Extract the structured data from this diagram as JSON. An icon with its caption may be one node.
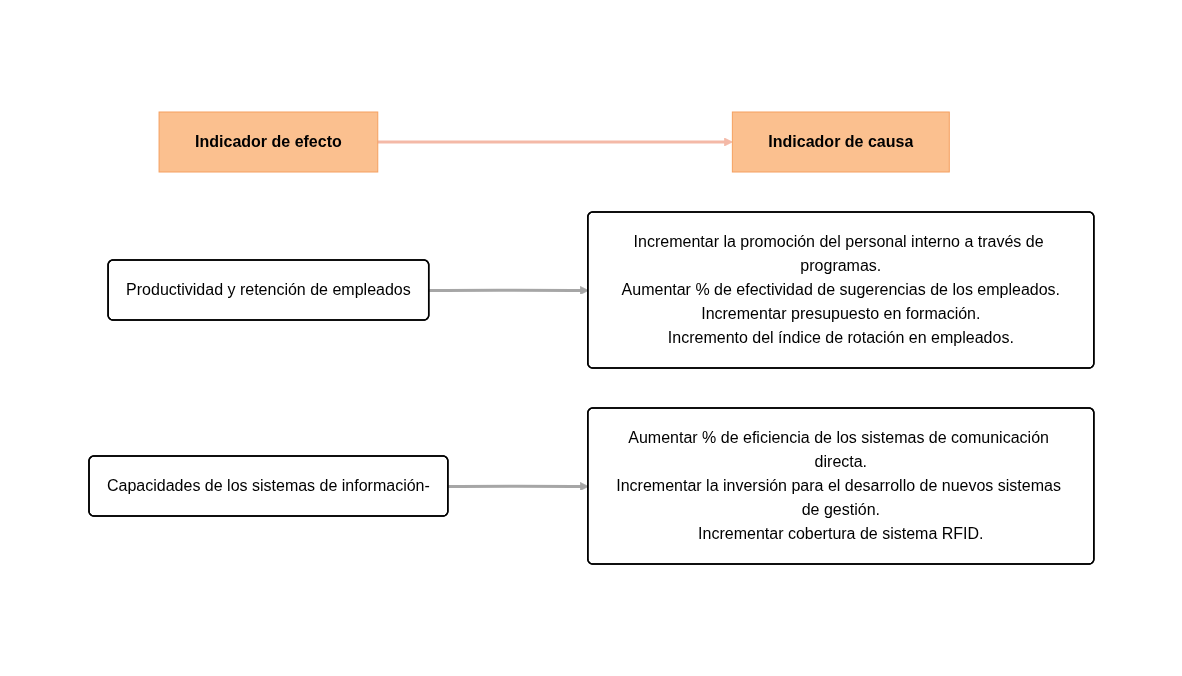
{
  "diagram": {
    "nodes": [
      {
        "text": [
          "Indicador de efecto"
        ]
      },
      {
        "text": [
          "Indicador de causa"
        ]
      },
      {
        "text": [
          "Productividad y retención de empleados"
        ]
      },
      {
        "text": [
          "Incrementar la promoción del personal interno a través de programas.",
          "Aumentar % de efectividad de sugerencias de los empleados.",
          "Incrementar presupuesto en formación.",
          "Incremento del índice de rotación en empleados."
        ]
      },
      {
        "text": [
          "Capacidades de los sistemas de información-"
        ]
      },
      {
        "text": [
          "Aumentar % de eficiencia de los sistemas de comunicación directa.",
          "Incrementar la inversión para el desarrollo de nuevos sistemas de gestión.",
          "Incrementar cobertura de sistema RFID."
        ]
      }
    ],
    "edges": [
      {
        "from": 0,
        "to": 1,
        "arrow": "to",
        "color": "#f4b9a7"
      },
      {
        "from": 2,
        "to": 3,
        "arrow": "to"
      },
      {
        "from": 4,
        "to": 5,
        "arrow": "to"
      }
    ]
  }
}
